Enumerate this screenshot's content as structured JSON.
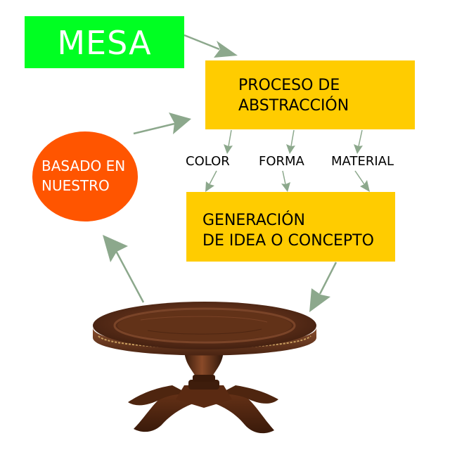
{
  "nodes": {
    "mesa": {
      "label": "MESA",
      "color": "#00ff22"
    },
    "proceso": {
      "lines": [
        "PROCESO DE",
        "ABSTRACCIÓN"
      ],
      "color": "#ffcc00"
    },
    "generacion": {
      "lines": [
        "GENERACIÓN",
        "DE IDEA O CONCEPTO"
      ],
      "color": "#ffcc00"
    },
    "basado": {
      "lines": [
        "BASADO EN",
        "NUESTRO"
      ],
      "color": "#ff5500"
    }
  },
  "attributes": [
    "COLOR",
    "FORMA",
    "MATERIAL"
  ],
  "image": {
    "subject": "round-wooden-pedestal-table"
  },
  "arrow_color": "#8ca88c"
}
